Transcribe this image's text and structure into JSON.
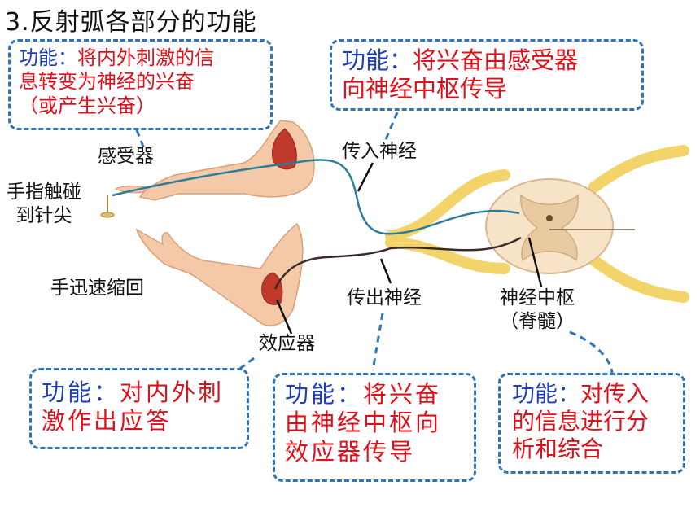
{
  "title": "3.反射弧各部分的功能",
  "labels": {
    "receptor": "感受器",
    "finger_touch_line1": "手指触碰",
    "finger_touch_line2": "到针尖",
    "afferent": "传入神经",
    "withdraw": "手迅速缩回",
    "efferent": "传出神经",
    "center_line1": "神经中枢",
    "center_line2": "（脊髓）",
    "effector": "效应器"
  },
  "boxes": {
    "receptor_fn": {
      "key": "功能：",
      "line1": "将内外刺激的信",
      "line2": "息转变为神经的兴奋",
      "line3": "（或产生兴奋）"
    },
    "afferent_fn": {
      "key": "功能：",
      "line1": "将兴奋由感受器",
      "line2": "向神经中枢传导"
    },
    "effector_fn": {
      "key": "功能：",
      "line1": "对内外刺",
      "line2": "激作出应答"
    },
    "efferent_fn": {
      "key": "功能：",
      "line1": "将兴奋",
      "line2": "由神经中枢向",
      "line3": "效应器传导"
    },
    "center_fn": {
      "key": "功能：",
      "line1": "对传入",
      "line2": "的信息进行分",
      "line3": "析和综合"
    }
  },
  "colors": {
    "box_border": "#2f73b8",
    "key_text": "#1f3fb6",
    "value_text": "#e0101a",
    "skin": "#f3c9a8",
    "muscle": "#c0392b",
    "nerve_bundle": "#f2d46a",
    "afferent_nerve": "#2e7c9c",
    "efferent_nerve": "#3a2a2a",
    "spinal_gray": "#e8c9a0"
  }
}
